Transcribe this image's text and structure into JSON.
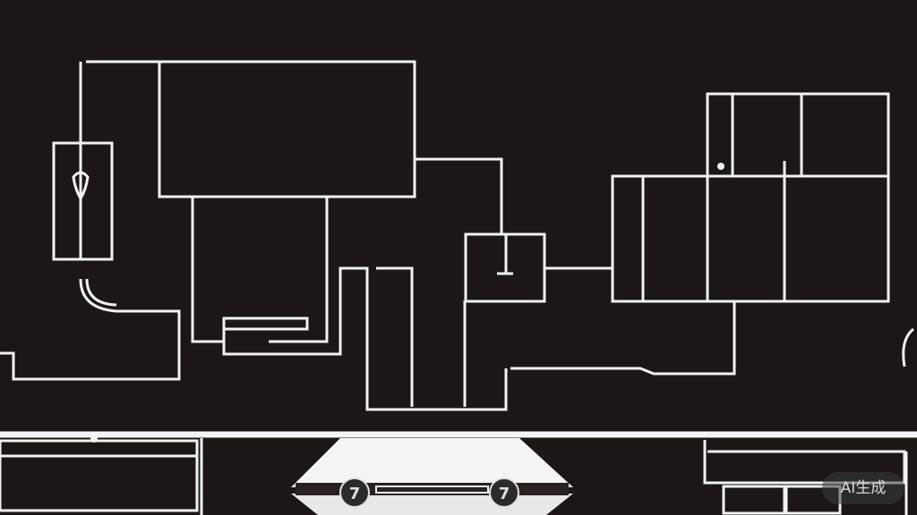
{
  "watermark": {
    "text": "AI生成"
  },
  "diagram": {
    "knob_labels": [
      "7",
      "7"
    ],
    "colors": {
      "background": "#1c1715",
      "lines": "#f2f2f2"
    }
  }
}
